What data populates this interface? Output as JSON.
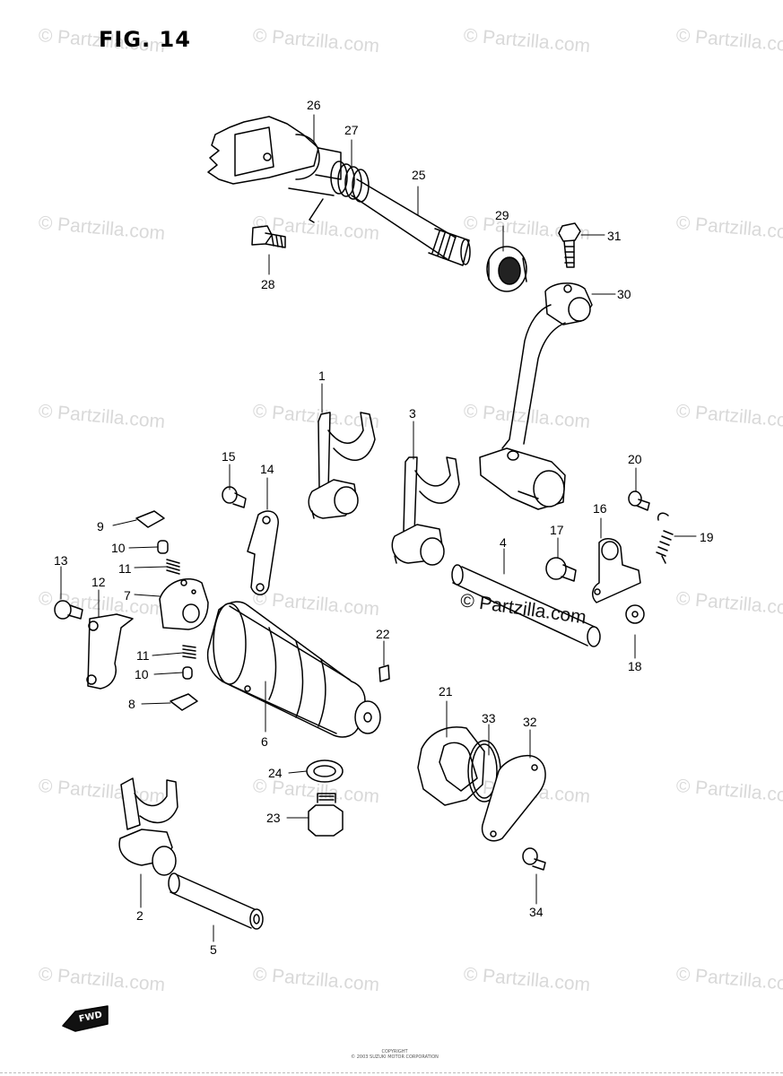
{
  "figure": {
    "title": "FIG. 14"
  },
  "watermark": {
    "text": "© Partzilla.com",
    "center_text": "© Partzilla.com"
  },
  "fwd_badge": {
    "label": "FWD"
  },
  "copyright": {
    "line1": "COPYRIGHT",
    "line2": "© 2003 SUZUKI MOTOR CORPORATION"
  },
  "callouts": [
    "1",
    "2",
    "3",
    "4",
    "5",
    "6",
    "7",
    "8",
    "9",
    "10",
    "10",
    "11",
    "11",
    "12",
    "13",
    "14",
    "15",
    "16",
    "17",
    "18",
    "19",
    "20",
    "21",
    "22",
    "23",
    "24",
    "25",
    "26",
    "27",
    "28",
    "29",
    "30",
    "31",
    "32",
    "33",
    "34"
  ]
}
